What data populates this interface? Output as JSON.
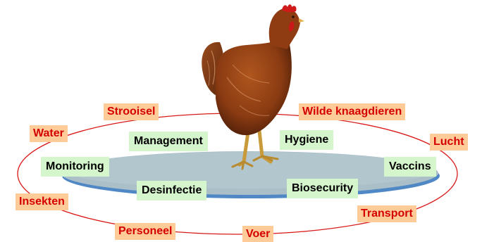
{
  "colors": {
    "outer_fill": "#ffcc99",
    "outer_text": "#d40000",
    "inner_fill": "#d5f5cc",
    "inner_text": "#000000",
    "ring": "#d91a1a",
    "platform": "#aabfc7",
    "platform_edge": "#4f88c4"
  },
  "outer_labels": {
    "strooisel": "Strooisel",
    "wilde_knaagdieren": "Wilde knaagdieren",
    "water": "Water",
    "lucht": "Lucht",
    "insekten": "Insekten",
    "transport": "Transport",
    "personeel": "Personeel",
    "voer": "Voer"
  },
  "inner_labels": {
    "management": "Management",
    "hygiene": "Hygiene",
    "monitoring": "Monitoring",
    "vaccins": "Vaccins",
    "desinfectie": "Desinfectie",
    "biosecurity": "Biosecurity"
  },
  "center_image": "chicken"
}
